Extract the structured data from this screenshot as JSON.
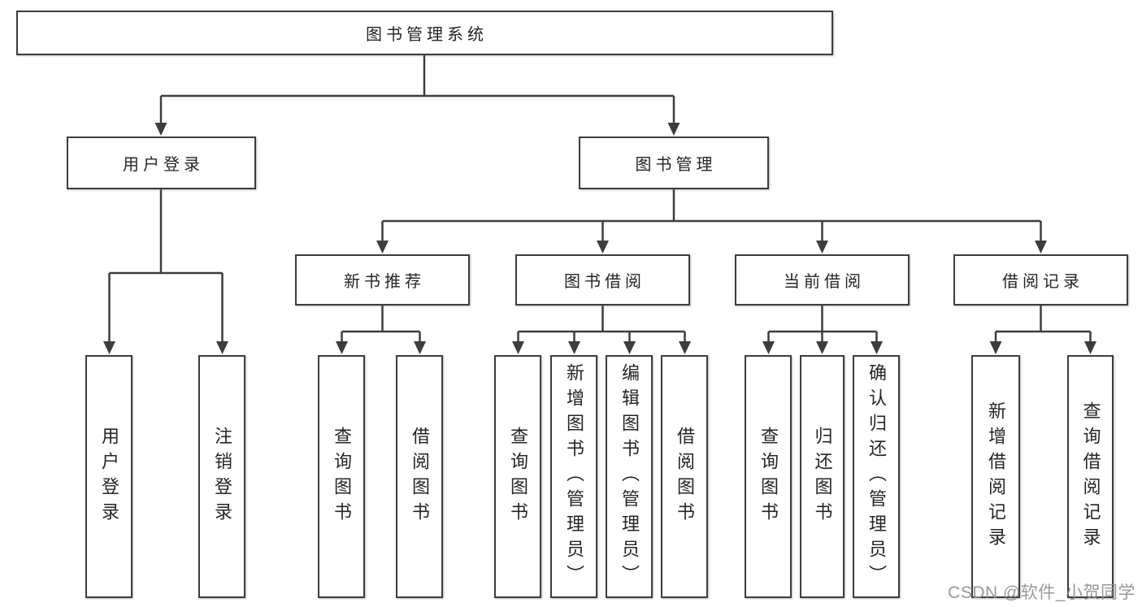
{
  "tree": {
    "label": "图书管理系统",
    "children": [
      {
        "label": "用户登录",
        "children": [
          {
            "label": "用户登录"
          },
          {
            "label": "注销登录"
          }
        ]
      },
      {
        "label": "图书管理",
        "children": [
          {
            "label": "新书推荐",
            "children": [
              {
                "label": "查询图书"
              },
              {
                "label": "借阅图书"
              }
            ]
          },
          {
            "label": "图书借阅",
            "children": [
              {
                "label": "查询图书"
              },
              {
                "label": "新增图书（管理员）"
              },
              {
                "label": "编辑图书（管理员）"
              },
              {
                "label": "借阅图书"
              }
            ]
          },
          {
            "label": "当前借阅",
            "children": [
              {
                "label": "查询图书"
              },
              {
                "label": "归还图书"
              },
              {
                "label": "确认归还（管理员）"
              }
            ]
          },
          {
            "label": "借阅记录",
            "children": [
              {
                "label": "新增借阅记录"
              },
              {
                "label": "查询借阅记录"
              }
            ]
          }
        ]
      }
    ]
  },
  "watermark": {
    "text": "CSDN @软件_小贺同学"
  },
  "colors": {
    "background": "#ffffff",
    "box_border": "#3d3d3d",
    "connector_line": "#3d3d3d",
    "text": "#252525",
    "watermark": "#8f8f8f"
  }
}
